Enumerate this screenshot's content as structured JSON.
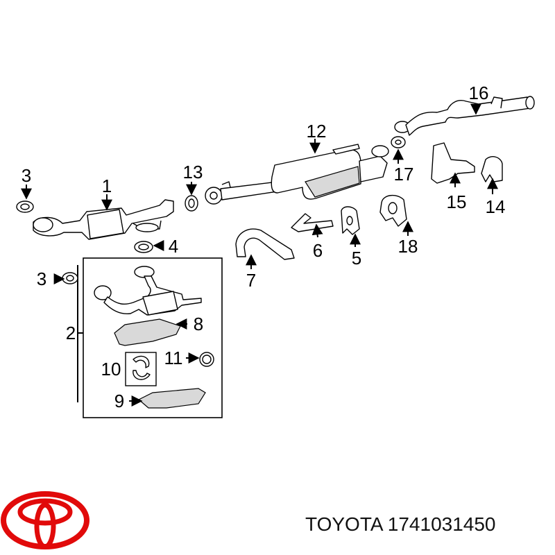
{
  "brand": {
    "name": "TOYOTA",
    "part_number": "1741031450",
    "logo_color": "#e10a0a"
  },
  "callouts": [
    "1",
    "2",
    "3",
    "3",
    "4",
    "5",
    "6",
    "7",
    "8",
    "9",
    "10",
    "11",
    "12",
    "13",
    "14",
    "15",
    "16",
    "17",
    "18"
  ]
}
